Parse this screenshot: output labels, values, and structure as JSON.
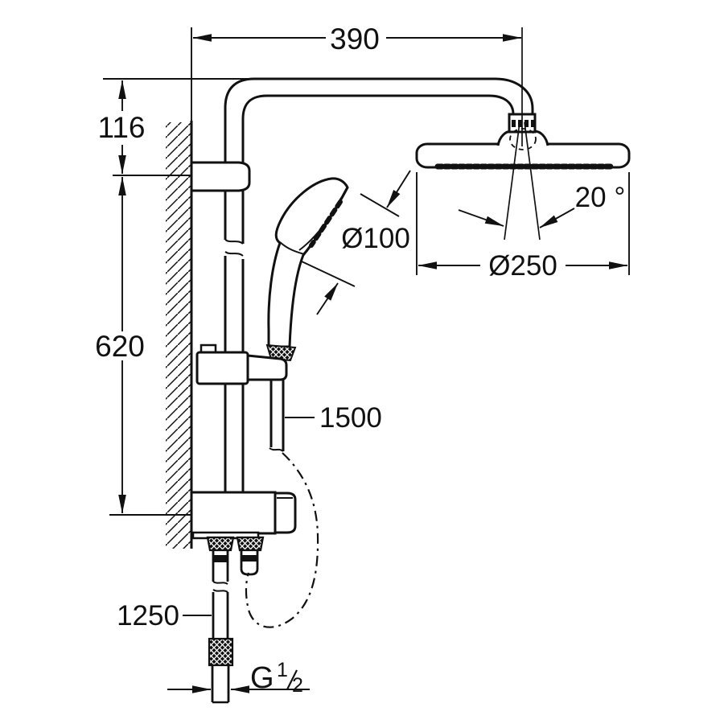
{
  "drawing": {
    "title": "shower-system-dimension-drawing",
    "subject": "wall-mounted shower system with head shower, hand shower, shower rail and diverter",
    "units": "mm",
    "colors": {
      "background": "#ffffff",
      "line": "#111111"
    }
  },
  "labels": {
    "arm_reach": "390",
    "head_offset": "116",
    "rail_span": "620",
    "hand_shower_diameter": "Ø100",
    "head_spray_angle": "20 °",
    "head_shower_diameter": "Ø250",
    "shower_hose_length": "1500",
    "supply_hose_length": "1250",
    "thread_letter": "G",
    "thread_numerator": "1",
    "thread_denominator": "2"
  }
}
